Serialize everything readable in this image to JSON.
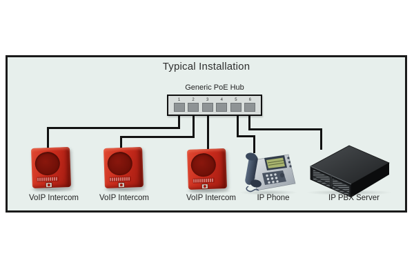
{
  "title": "Typical Installation",
  "hub": {
    "label": "Generic PoE Hub",
    "ports": [
      "1",
      "2",
      "3",
      "4",
      "5",
      "6"
    ]
  },
  "devices": [
    {
      "label": "VoIP Intercom",
      "type": "intercom"
    },
    {
      "label": "VoIP Intercom",
      "type": "intercom"
    },
    {
      "label": "VoIP Intercom",
      "type": "intercom"
    },
    {
      "label": "IP Phone",
      "type": "phone"
    },
    {
      "label": "IP PBX Server",
      "type": "server"
    }
  ],
  "connections": [
    {
      "from_port": "1",
      "to_device": "VoIP Intercom (left)"
    },
    {
      "from_port": "2",
      "to_device": "VoIP Intercom (middle)"
    },
    {
      "from_port": "3",
      "to_device": "VoIP Intercom (right)"
    },
    {
      "from_port": "5",
      "to_device": "IP Phone"
    },
    {
      "from_port": "6",
      "to_device": "IP PBX Server"
    }
  ],
  "colors": {
    "canvas_bg": "#ffffff",
    "diagram_bg": "#e7efec",
    "frame_border": "#1a1a1a",
    "wire": "#111111",
    "intercom_red": "#c92b1c",
    "hub_port_gray": "#8e9395",
    "server_black": "#17191b"
  }
}
